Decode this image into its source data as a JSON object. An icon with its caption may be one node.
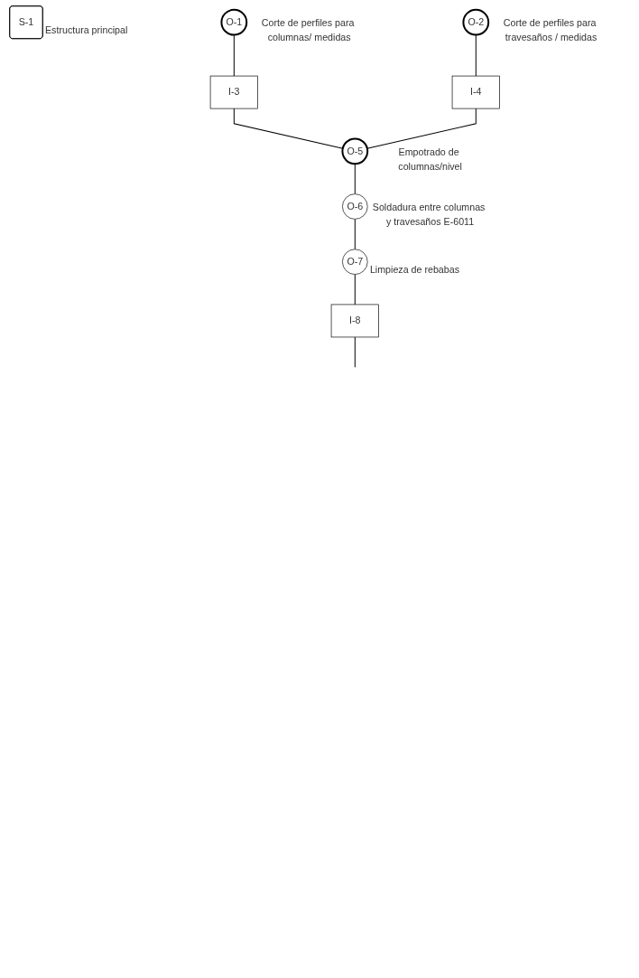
{
  "diagram": {
    "nodes": [
      {
        "text": [
          "S-1"
        ],
        "beside": [
          "Estructura principal"
        ]
      },
      {
        "text": [
          "O-1"
        ],
        "beside": [
          "Corte de perfiles para columnas/ medidas"
        ]
      },
      {
        "text": [
          "O-2"
        ],
        "beside": [
          "Corte de perfiles para travesaños / medidas"
        ]
      },
      {
        "text": [
          "I-3"
        ]
      },
      {
        "text": [
          "I-4"
        ]
      },
      {
        "text": [
          "O-5"
        ],
        "beside": [
          "Empotrado de columnas/nivel"
        ]
      },
      {
        "text": [
          "O-6"
        ],
        "beside": [
          "Soldadura entre columnas y travesaños E-6011"
        ]
      },
      {
        "text": [
          "O-7"
        ],
        "beside": [
          "Limpieza de rebabas"
        ]
      },
      {
        "text": [
          "I-8"
        ]
      }
    ],
    "edges": [
      {
        "from": 1,
        "to": 3,
        "arrow": "none"
      },
      {
        "from": 2,
        "to": 4,
        "arrow": "none"
      },
      {
        "from": 3,
        "to": 5,
        "arrow": "none"
      },
      {
        "from": 4,
        "to": 5,
        "arrow": "none"
      },
      {
        "from": 5,
        "to": 6,
        "arrow": "none"
      },
      {
        "from": 6,
        "to": 7,
        "arrow": "none"
      },
      {
        "from": 7,
        "to": 8,
        "arrow": "none"
      },
      {
        "from": 8,
        "to": null,
        "arrow": "none"
      }
    ]
  }
}
